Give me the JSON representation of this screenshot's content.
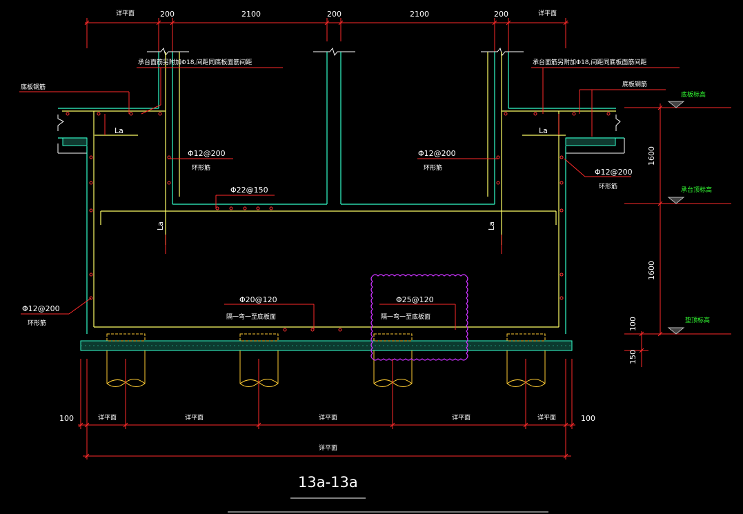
{
  "dimensions": {
    "top": [
      "详平面",
      "200",
      "2100",
      "200",
      "2100",
      "200",
      "详平面"
    ],
    "bottom": [
      "100",
      "详平面",
      "详平面",
      "详平面",
      "详平面",
      "详平面",
      "100"
    ],
    "bottom_total": "详平面",
    "right": [
      "1600",
      "1600",
      "100",
      "150"
    ]
  },
  "annotations": {
    "top_left_rebar": "承台面筋另附加Φ18,间距同底板面筋间距",
    "top_right_rebar": "承台面筋另附加Φ18,间距同底板面筋间距",
    "slab_rebar_left": "底板钢筋",
    "slab_rebar_right": "底板钢筋",
    "la_top_left": "La",
    "la_top_right": "La",
    "la_mid_left": "La",
    "la_mid_right": "La",
    "ring_inner_left": "Φ12@200",
    "ring_inner_left_sub": "环形筋",
    "ring_inner_right": "Φ12@200",
    "ring_inner_right_sub": "环形筋",
    "ring_outer_right": "Φ12@200",
    "ring_outer_right_sub": "环形筋",
    "ring_outer_left": "Φ12@200",
    "ring_outer_left_sub": "环形筋",
    "mid_bar": "Φ22@150",
    "bottom_bar_1": "Φ20@120",
    "bottom_bar_1_sub": "隔一弯一至底板面",
    "bottom_bar_2": "Φ25@120",
    "bottom_bar_2_sub": "隔一弯一至底板面"
  },
  "levels": {
    "slab_bottom": "底板标高",
    "cap_top": "承台顶标高",
    "pad_top": "垫顶标高"
  },
  "section_title": "13a-13a",
  "colors": {
    "background": "#000000",
    "dimension": "#ff2a2a",
    "text": "#ffffff",
    "level_text": "#33ff33",
    "rebar": "#ffff66",
    "concrete_outline": "#33ffcc",
    "pile": "#ffcc33",
    "revision_cloud": "#cc33ff",
    "rebar_dot": "#ff3333"
  }
}
